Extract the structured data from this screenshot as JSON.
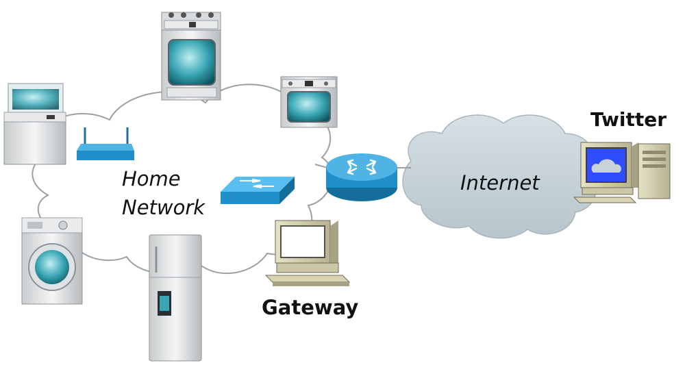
{
  "labels": {
    "home_line1": "Home",
    "home_line2": "Network",
    "internet": "Internet",
    "gateway": "Gateway",
    "twitter": "Twitter"
  },
  "devices": [
    "oven-range-icon",
    "wall-oven-icon",
    "dishwasher-icon",
    "wireless-router-icon",
    "network-switch-icon",
    "washing-machine-icon",
    "refrigerator-icon",
    "gateway-computer-icon",
    "router-icon",
    "twitter-server-icon"
  ],
  "colors": {
    "internet_cloud": "#c4d0d6",
    "cisco_blue": "#1e8fc9",
    "screen_teal": "#3aa6b4",
    "computer_beige": "#d8d3b0"
  }
}
